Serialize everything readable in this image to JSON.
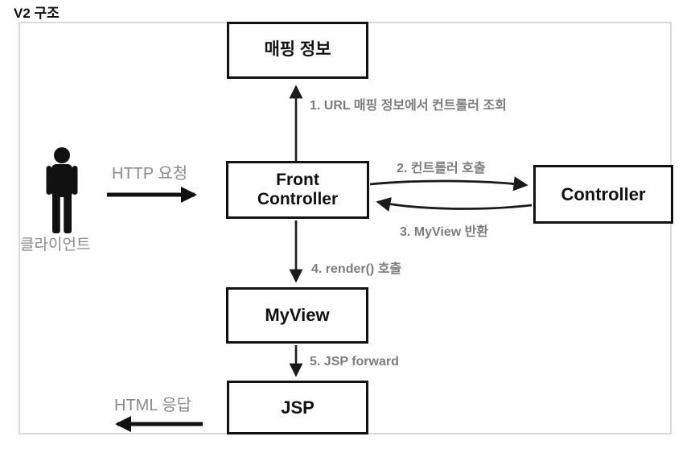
{
  "title": "V2 구조",
  "boxes": {
    "mapping": "매핑 정보",
    "front_controller": "Front Controller",
    "controller": "Controller",
    "myview": "MyView",
    "jsp": "JSP"
  },
  "labels": {
    "step1": "1. URL 매핑 정보에서 컨트롤러 조회",
    "step2": "2. 컨트롤러 호출",
    "step3": "3. MyView 반환",
    "step4": "4. render() 호출",
    "step5": "5. JSP forward",
    "http_request": "HTTP 요청",
    "html_response": "HTML 응답",
    "client": "클라이언트"
  },
  "icons": {
    "client": "person-icon"
  },
  "colors": {
    "box_border": "#111111",
    "frame_border": "#dadada",
    "step_label_gray": "#7d7d7d",
    "flow_label_gray": "#8a8a8a",
    "arrow_black": "#1a1a1a"
  }
}
